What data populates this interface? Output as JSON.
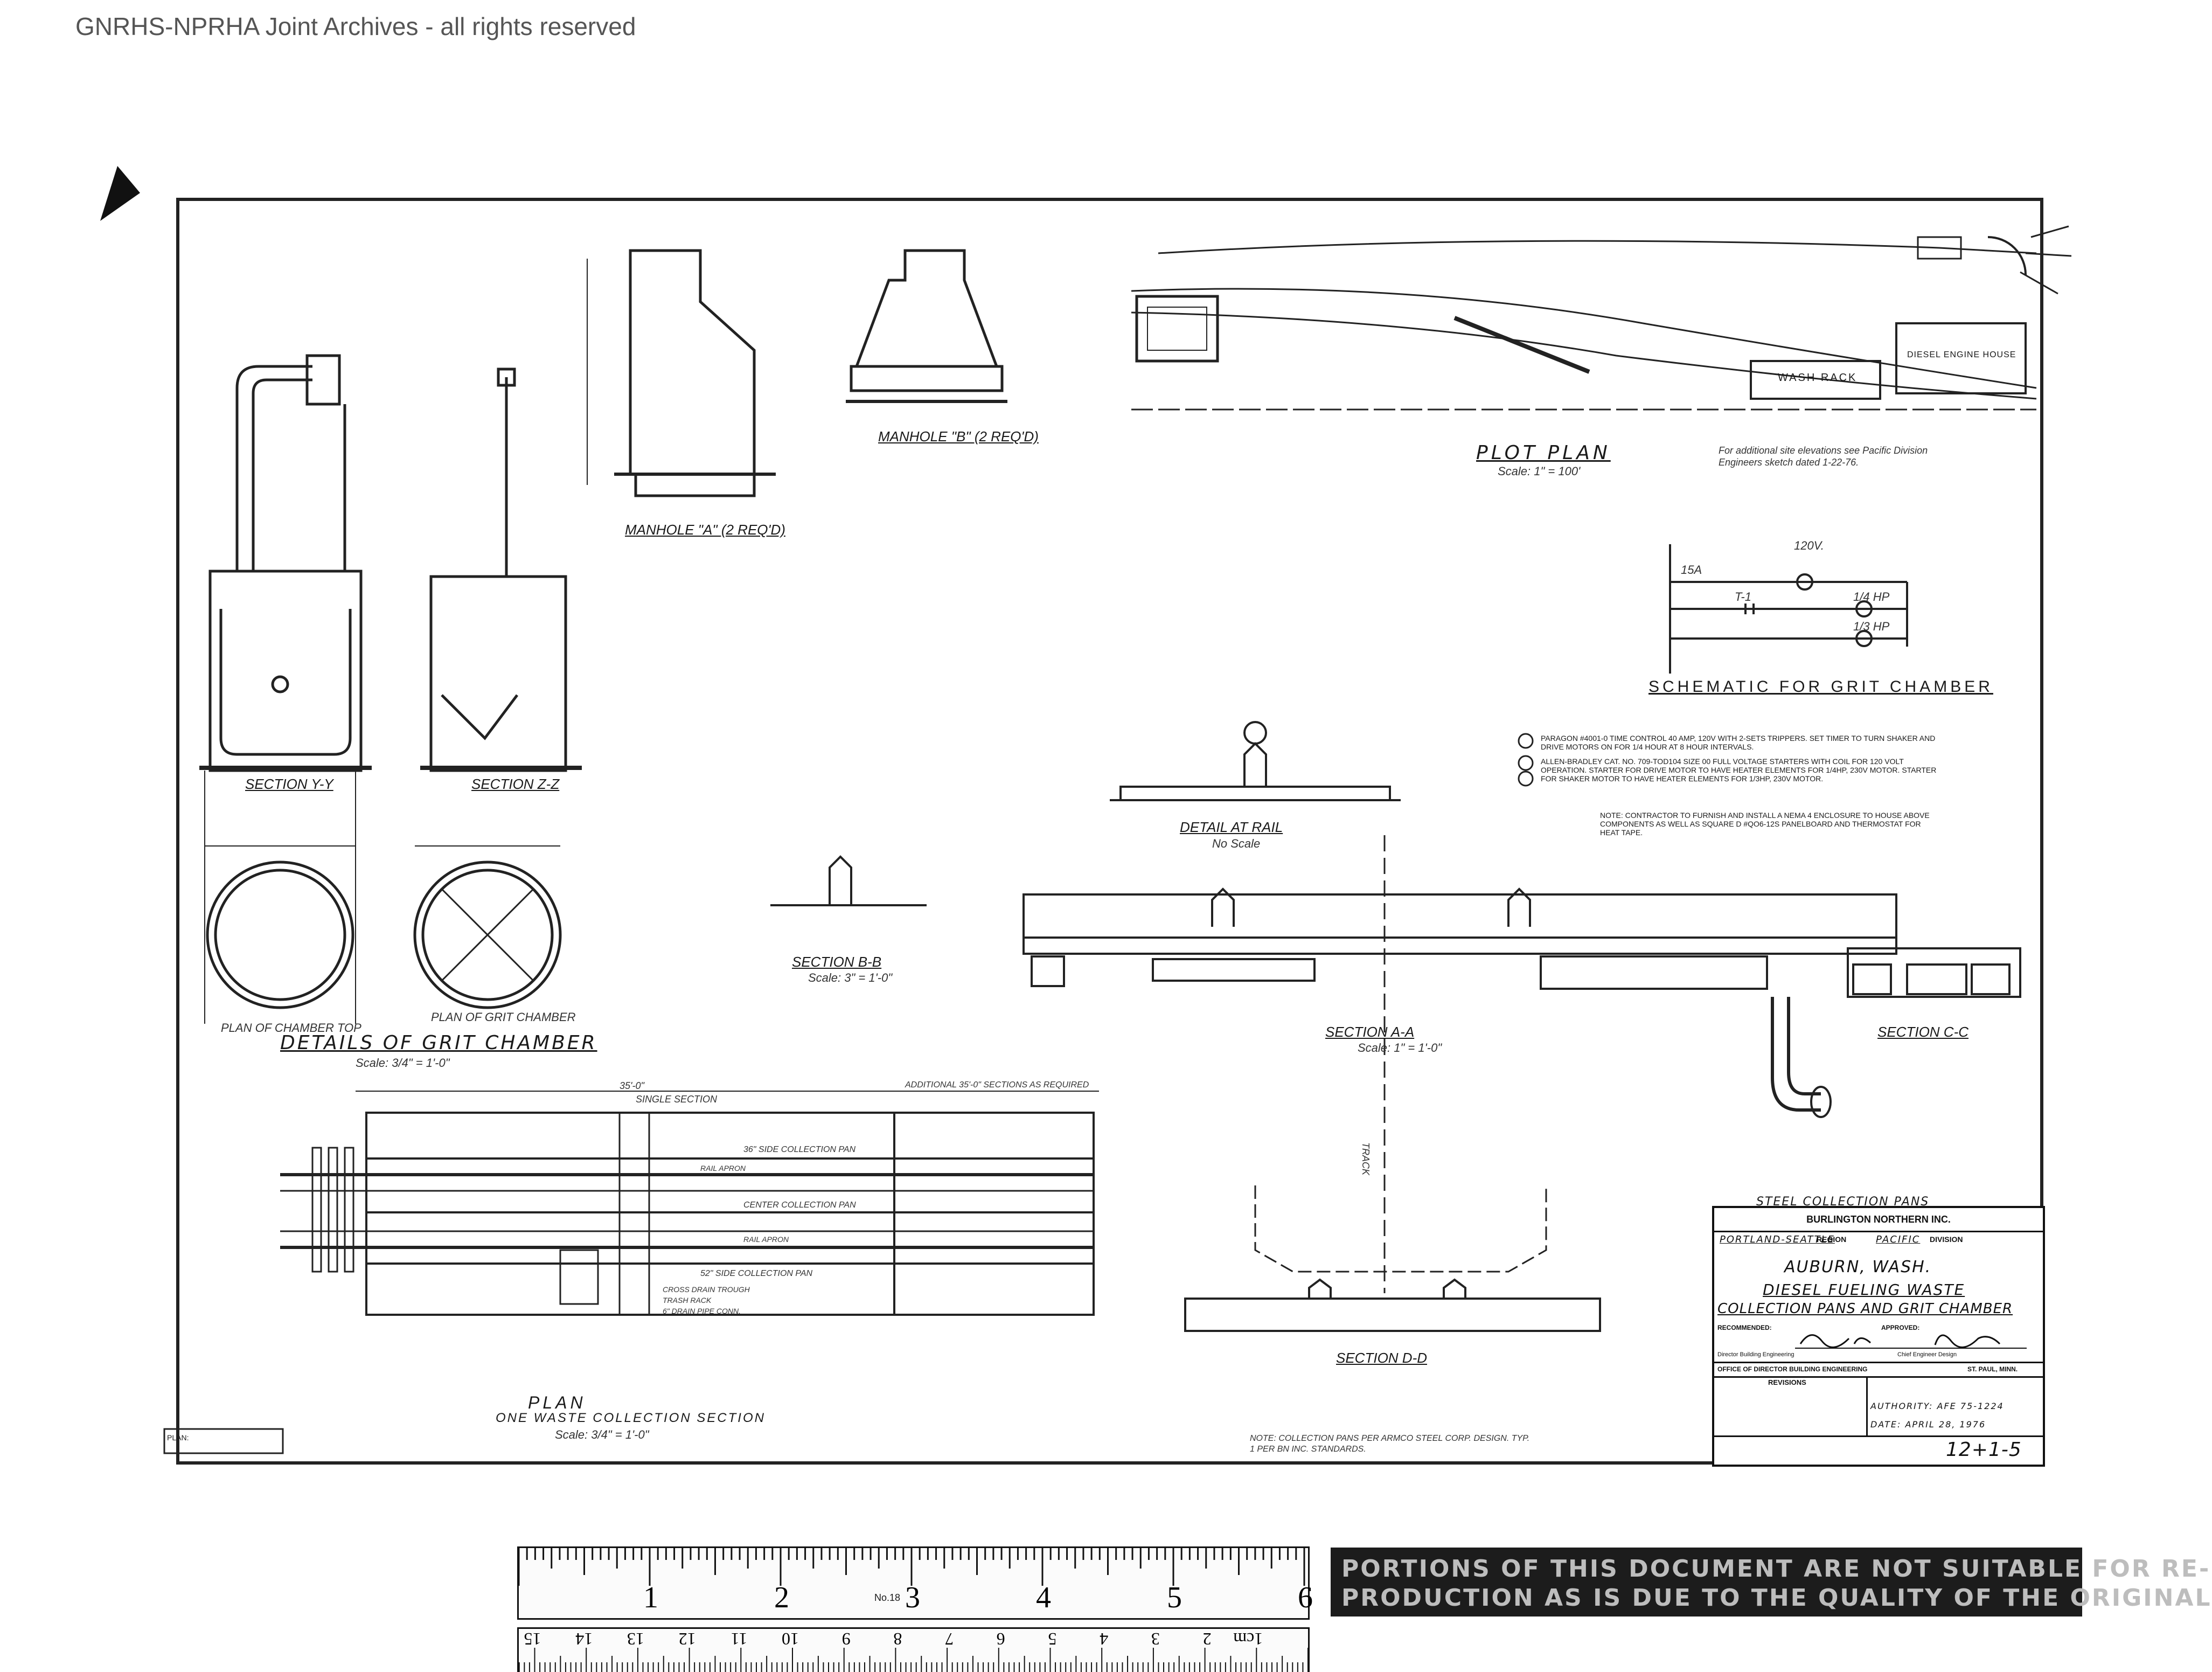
{
  "header": {
    "archive_notice": "GNRHS-NPRHA Joint Archives - all rights reserved"
  },
  "drawing": {
    "views": {
      "grit_details": "DETAILS OF GRIT CHAMBER",
      "grit_details_scale": "Scale: 3/4\" = 1'-0\"",
      "section_y": "SECTION Y-Y",
      "section_z": "SECTION Z-Z",
      "plan_chamber_top": "PLAN OF CHAMBER TOP",
      "plan_grit_chamber": "PLAN OF GRIT CHAMBER",
      "manhole_a": "MANHOLE \"A\" (2 REQ'D)",
      "manhole_b": "MANHOLE \"B\" (2 REQ'D)",
      "plot_plan": "PLOT PLAN",
      "plot_plan_scale": "Scale: 1\" = 100'",
      "plot_plan_note": "For additional site elevations see Pacific Division Engineers sketch dated 1-22-76.",
      "schematic": "SCHEMATIC FOR GRIT CHAMBER",
      "detail_at_rail": "DETAIL AT RAIL",
      "detail_at_rail_scale": "No Scale",
      "section_b": "SECTION B-B",
      "section_b_scale": "Scale: 3\" = 1'-0\"",
      "section_a": "SECTION A-A",
      "section_a_scale": "Scale: 1\" = 1'-0\"",
      "section_c": "SECTION C-C",
      "section_d": "SECTION D-D",
      "plan": "PLAN",
      "plan_sub": "ONE WASTE COLLECTION SECTION",
      "plan_scale": "Scale: 3/4\" = 1'-0\""
    },
    "plot_plan_labels": {
      "wash_rack": "WASH RACK",
      "engine_house": "DIESEL ENGINE HOUSE"
    },
    "plan_labels": {
      "single_section": "SINGLE SECTION",
      "single_section_dim": "35'-0\"",
      "additional": "ADDITIONAL 35'-0\" SECTIONS AS REQUIRED",
      "side_pan_top": "36\" SIDE COLLECTION PAN",
      "rail_apron_1": "RAIL APRON",
      "center_pan": "CENTER COLLECTION PAN",
      "rail_apron_2": "RAIL APRON",
      "side_pan_bottom": "52\" SIDE COLLECTION PAN",
      "cross_drain": "CROSS DRAIN TROUGH",
      "trash_rack": "TRASH RACK",
      "drain_pipe": "6\" DRAIN PIPE CONN.",
      "track": "TRACK"
    },
    "schematic_labels": {
      "volts": "120V.",
      "breaker": "15A",
      "timer": "T-1",
      "pump_motor": "1/4 HP",
      "heater": "1/3 HP"
    },
    "notes": [
      "PARAGON #4001-0 TIME CONTROL 40 AMP, 120V WITH 2-SETS TRIPPERS. SET TIMER TO TURN SHAKER AND DRIVE MOTORS ON FOR 1/4 HOUR AT 8 HOUR INTERVALS.",
      "ALLEN-BRADLEY CAT. NO. 709-TOD104 SIZE 00 FULL VOLTAGE STARTERS WITH COIL FOR 120 VOLT OPERATION. STARTER FOR DRIVE MOTOR TO HAVE HEATER ELEMENTS FOR 1/4HP, 230V MOTOR. STARTER FOR SHAKER MOTOR TO HAVE HEATER ELEMENTS FOR 1/3HP, 230V MOTOR."
    ],
    "contractor_note": "NOTE: CONTRACTOR TO FURNISH AND INSTALL A NEMA 4 ENCLOSURE TO HOUSE ABOVE COMPONENTS AS WELL AS SQUARE D #QO6-12S PANELBOARD AND THERMOSTAT FOR HEAT TAPE.",
    "bottom_note": "NOTE: COLLECTION PANS PER ARMCO STEEL CORP. DESIGN. TYP. 1 PER BN INC. STANDARDS.",
    "plan_box_label": "PLAN:"
  },
  "title_block": {
    "subject": "STEEL COLLECTION PANS",
    "company": "BURLINGTON NORTHERN INC.",
    "region": "PORTLAND-SEATTLE",
    "region_word": "REGION",
    "division": "PACIFIC",
    "division_word": "DIVISION",
    "location": "AUBURN, WASH.",
    "title_line1": "DIESEL FUELING WASTE",
    "title_line2": "COLLECTION PANS AND GRIT CHAMBER",
    "recommended": "RECOMMENDED:",
    "approved": "APPROVED:",
    "director_title": "Director Building Engineering",
    "chief_title": "Chief Engineer Design",
    "office": "OFFICE OF DIRECTOR BUILDING ENGINEERING",
    "city": "ST. PAUL, MINN.",
    "revisions": "REVISIONS",
    "afe": "AUTHORITY: AFE 75-1224",
    "date": "DATE: APRIL 28, 1976",
    "sheet": "12+1-5"
  },
  "ruler": {
    "inch_marks": [
      "1",
      "2",
      "3",
      "4",
      "5",
      "6"
    ],
    "cm_marks": [
      "1cm",
      "2",
      "3",
      "4",
      "5",
      "6",
      "7",
      "8",
      "9",
      "10",
      "11",
      "12",
      "13",
      "14",
      "15"
    ],
    "model": "No.18"
  },
  "stamp": {
    "line1": "PORTIONS OF THIS DOCUMENT ARE NOT SUITABLE FOR RE-",
    "line2": "PRODUCTION AS IS DUE TO THE QUALITY OF THE ORIGINAL"
  }
}
